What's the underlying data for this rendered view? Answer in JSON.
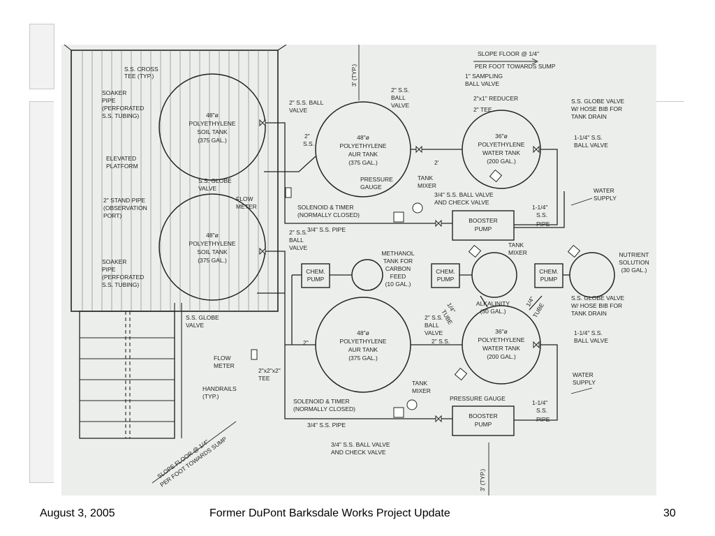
{
  "footer": {
    "date": "August 3, 2005",
    "title": "Former DuPont Barksdale Works Project Update",
    "page": "30"
  },
  "drawing": {
    "tanks": {
      "soil1": [
        "48\"ø",
        "POLYETHYLENE",
        "SOIL TANK",
        "(375 GAL.)"
      ],
      "soil2": [
        "48\"ø",
        "POLYETHYLENE",
        "SOIL TANK",
        "(375 GAL.)"
      ],
      "aur1": [
        "48\"ø",
        "POLYETHYLENE",
        "AUR TANK",
        "(375 GAL.)"
      ],
      "aur2": [
        "48\"ø",
        "POLYETHYLENE",
        "AUR TANK",
        "(375 GAL.)"
      ],
      "water1": [
        "36\"ø",
        "POLYETHYLENE",
        "WATER TANK",
        "(200 GAL.)"
      ],
      "water2": [
        "36\"ø",
        "POLYETHYLENE",
        "WATER TANK",
        "(200 GAL.)"
      ],
      "methanol": [
        "METHANOL",
        "TANK FOR",
        "CARBON",
        "FEED",
        "(10 GAL.)"
      ],
      "alkalinity": [
        "ALKALINITY",
        "(30 GAL.)"
      ],
      "nutrient": [
        "NUTRIENT",
        "SOLUTION",
        "(30 GAL.)"
      ]
    },
    "pumps": {
      "booster1": [
        "BOOSTER",
        "PUMP"
      ],
      "booster2": [
        "BOOSTER",
        "PUMP"
      ],
      "chem1": [
        "CHEM.",
        "PUMP"
      ],
      "chem2": [
        "CHEM.",
        "PUMP"
      ],
      "chem3": [
        "CHEM.",
        "PUMP"
      ]
    },
    "labels": {
      "slope_top": [
        "SLOPE FLOOR @ 1/4\"",
        "PER FOOT TOWARDS SUMP"
      ],
      "slope_bottom": [
        "SLOPE FLOOR @ 1/4\"",
        "PER FOOT TOWARDS SUMP"
      ],
      "typ_top": "3' (TYP.)",
      "typ_bottom": "3' (TYP.)",
      "cross_tee": [
        "S.S. CROSS",
        "TEE (TYP.)"
      ],
      "soaker1": [
        "SOAKER",
        "PIPE",
        "(PERFORATED",
        "S.S. TUBING)"
      ],
      "soaker2": [
        "SOAKER",
        "PIPE",
        "(PERFORATED",
        "S.S. TUBING)"
      ],
      "platform": [
        "ELEVATED",
        "PLATFORM"
      ],
      "standpipe": [
        "2\" STAND PIPE",
        "(OBSERVATION",
        "PORT)"
      ],
      "ball_valve_2_top": [
        "2\" S.S. BALL",
        "VALVE"
      ],
      "ss_2_top": [
        "2\"",
        "S.S."
      ],
      "globe_valve_top": [
        "S.S. GLOBE",
        "VALVE"
      ],
      "flow_meter_top": [
        "FLOW",
        "METER"
      ],
      "ball_valve_2_mid": [
        "2\" S.S.",
        "BALL",
        "VALVE"
      ],
      "ball_valve_aur": [
        "2\" S.S.",
        "BALL",
        "VALVE"
      ],
      "sampling": [
        "1\" SAMPLING",
        "BALL VALVE"
      ],
      "reducer": "2\"x1\" REDUCER",
      "tee_2": "2\" TEE",
      "globe_hose_top": [
        "S.S. GLOBE VALVE",
        "W/ HOSE BIB FOR",
        "TANK DRAIN"
      ],
      "ball_valve_114_top": [
        "1-1/4\" S.S.",
        "BALL VALVE"
      ],
      "dim_2": "2'",
      "pressure_gauge_top": [
        "PRESSURE",
        "GAUGE"
      ],
      "tank_mixer_top": [
        "TANK",
        "MIXER"
      ],
      "check_valve_top": [
        "3/4\" S.S. BALL VALVE",
        "AND CHECK VALVE"
      ],
      "water_supply_top": [
        "WATER",
        "SUPPLY"
      ],
      "solenoid_top": [
        "SOLENOID & TIMER",
        "(NORMALLY CLOSED)"
      ],
      "pipe_34_top": "3/4\" S.S. PIPE",
      "pipe_114_top": [
        "1-1/4\"",
        "S.S.",
        "PIPE"
      ],
      "tank_mixer_mid": [
        "TANK",
        "MIXER"
      ],
      "tube_left": [
        "1/4\"",
        "TUBE"
      ],
      "tube_right": [
        "1/4\"",
        "TUBE"
      ],
      "globe_hose_bottom": [
        "S.S. GLOBE VALVE",
        "W/ HOSE BIB FOR",
        "TANK DRAIN"
      ],
      "ball_valve_2_low": [
        "2\" S.S.",
        "BALL",
        "VALVE"
      ],
      "ss_2_low": "2\" S.S.",
      "ball_valve_114_bottom": [
        "1-1/4\" S.S.",
        "BALL VALVE"
      ],
      "globe_valve_bottom": [
        "S.S. GLOBE",
        "VALVE"
      ],
      "flow_meter_bottom": [
        "FLOW",
        "METER"
      ],
      "tee_222": [
        "2\"x2\"x2\"",
        "TEE"
      ],
      "two_in": "2\"",
      "tank_mixer_bottom": [
        "TANK",
        "MIXER"
      ],
      "pressure_gauge_bottom": "PRESSURE GAUGE",
      "water_supply_bottom": [
        "WATER",
        "SUPPLY"
      ],
      "handrails": [
        "HANDRAILS",
        "(TYP.)"
      ],
      "solenoid_bottom": [
        "SOLENOID & TIMER",
        "(NORMALLY CLOSED)"
      ],
      "pipe_34_bottom": "3/4\" S.S. PIPE",
      "pipe_114_bottom": [
        "1-1/4\"",
        "S.S.",
        "PIPE"
      ],
      "check_valve_bottom": [
        "3/4\" S.S. BALL VALVE",
        "AND CHECK VALVE"
      ]
    }
  }
}
